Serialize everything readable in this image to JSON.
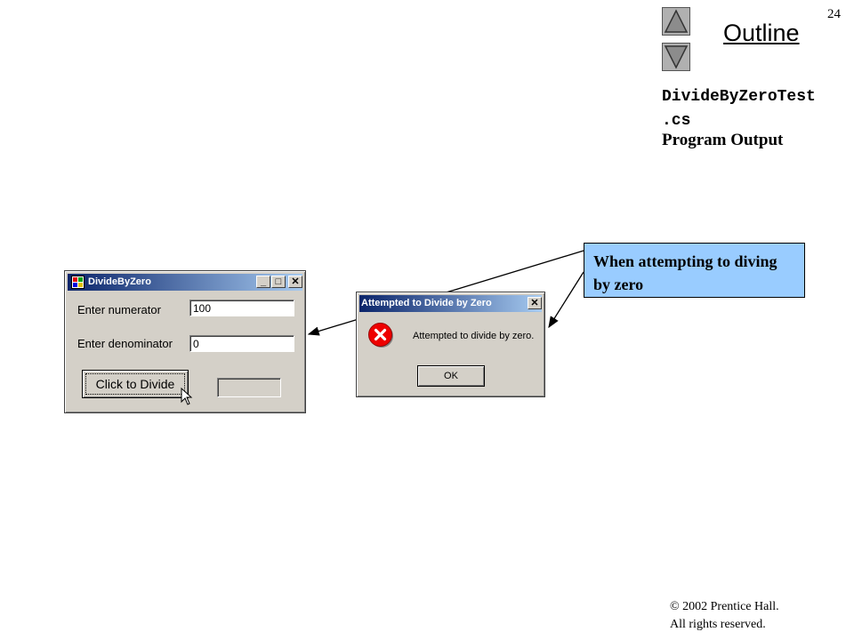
{
  "page_number": "24",
  "nav": {
    "up_icon": "triangle-up-icon",
    "down_icon": "triangle-down-icon"
  },
  "outline_title": "Outline",
  "file_name_line1": "DivideByZeroTest",
  "file_name_line2": ".cs",
  "section_label": "Program Output",
  "callout_text": "When attempting to diving by zero",
  "main_window": {
    "title": "DivideByZero",
    "icon": "app-icon",
    "minimize_symbol": "_",
    "maximize_symbol": "□",
    "close_symbol": "✕",
    "numerator_label": "Enter numerator",
    "numerator_value": "100",
    "denominator_label": "Enter denominator",
    "denominator_value": "0",
    "divide_button_label": "Click to Divide",
    "result_value": ""
  },
  "error_dialog": {
    "title": "Attempted to Divide by Zero",
    "close_symbol": "✕",
    "icon": "error-icon",
    "message": "Attempted to divide by zero.",
    "ok_label": "OK"
  },
  "copyright_line1": "© 2002 Prentice Hall.",
  "copyright_line2": "All rights reserved."
}
